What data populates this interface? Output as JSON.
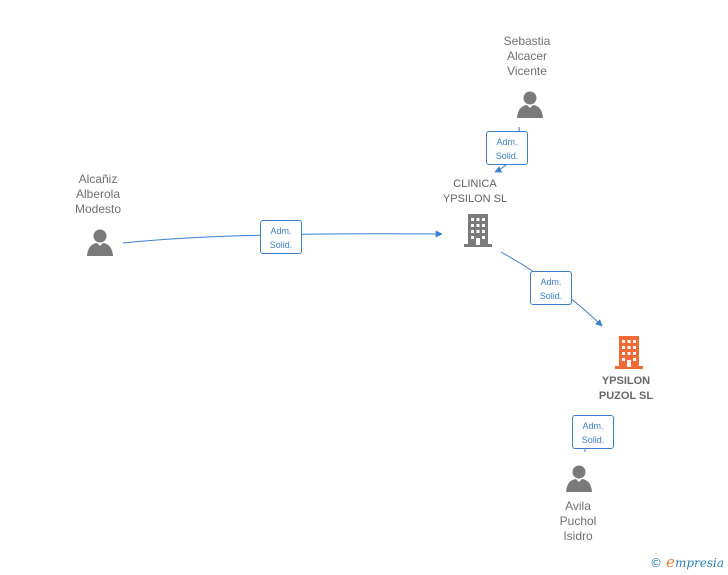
{
  "colors": {
    "edge": "#3a7fd0",
    "person": "#7a7a7a",
    "company": "#7a7a7a",
    "target_company": "#f26a36"
  },
  "nodes": {
    "sebastia": {
      "label": "Sebastia\nAlcacer\nVicente",
      "icon": "person-icon"
    },
    "alcaniz": {
      "label": "Alcañiz\nAlberola\nModesto",
      "icon": "person-icon"
    },
    "clinica": {
      "label": "CLINICA\nYPSILON SL",
      "icon": "building-icon"
    },
    "ypsilon": {
      "label": "YPSILON\nPUZOL  SL",
      "icon": "building-icon"
    },
    "avila": {
      "label": "Avila\nPuchol\nIsidro",
      "icon": "person-icon"
    }
  },
  "edges": [
    {
      "from": "sebastia",
      "to": "clinica",
      "line1": "Adm.",
      "line2": "Solid."
    },
    {
      "from": "alcaniz",
      "to": "clinica",
      "line1": "Adm.",
      "line2": "Solid."
    },
    {
      "from": "clinica",
      "to": "ypsilon",
      "line1": "Adm.",
      "line2": "Solid."
    },
    {
      "from": "avila",
      "to": "ypsilon",
      "line1": "Adm.",
      "line2": "Solid."
    }
  ],
  "brand": {
    "copyright": "©",
    "initial": "e",
    "name": "mpresia"
  }
}
